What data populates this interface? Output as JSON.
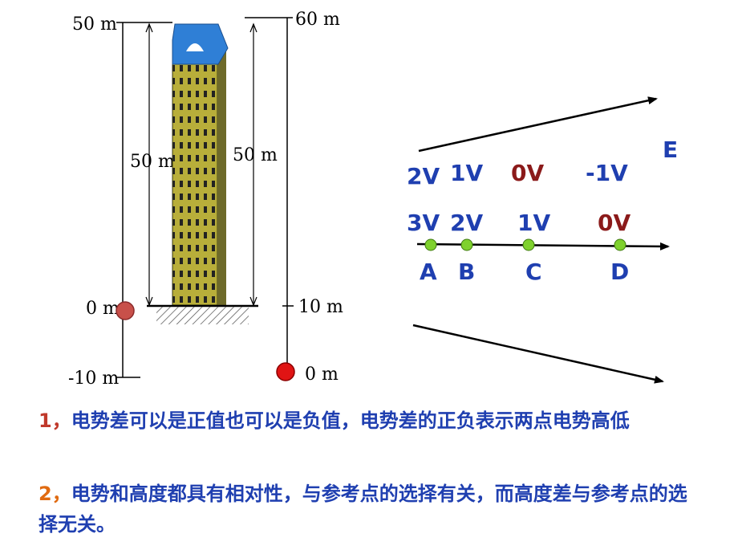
{
  "left_scale": {
    "top_label": "50 m",
    "middle_label": "50 m",
    "zero_label": "0 m",
    "bottom_label": "-10 m"
  },
  "right_scale": {
    "top_label": "60 m",
    "middle_label": "50 m",
    "ten_label": "10 m",
    "zero_label": "0 m"
  },
  "field": {
    "label": "E",
    "row1": [
      "2V",
      "1V",
      "0V",
      "-1V"
    ],
    "row2": [
      "3V",
      "2V",
      "1V",
      "0V"
    ],
    "points": [
      "A",
      "B",
      "C",
      "D"
    ]
  },
  "notes": [
    {
      "num": "1，",
      "text": "电势差可以是正值也可以是负值，电势差的正负表示两点电势高低"
    },
    {
      "num": "2，",
      "text": "电势和高度都具有相对性，与参考点的选择有关，而高度差与参考点的选择无关。"
    }
  ],
  "colors": {
    "blue_text": "#1f3fb0",
    "dark_red_text": "#8b1a1a",
    "note_num_1": "#c0392b",
    "note_num_2": "#e06a10",
    "point_green": "#7fd12e",
    "building_yellow": "#b8ae3a",
    "roof_blue": "#2f7fd6"
  }
}
